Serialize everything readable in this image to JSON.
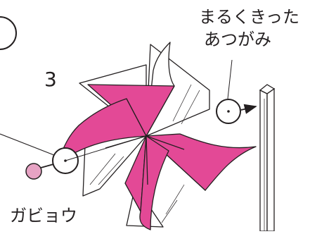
{
  "step_number": "3",
  "labels": {
    "cardboard_line1": "まるくきった",
    "cardboard_line2": "あつがみ",
    "pin": "ガビョウ"
  },
  "colors": {
    "paper_pink": "#e34996",
    "paper_white": "#ffffff",
    "outline": "#231f20",
    "pin_head": "#e7a3c4"
  }
}
